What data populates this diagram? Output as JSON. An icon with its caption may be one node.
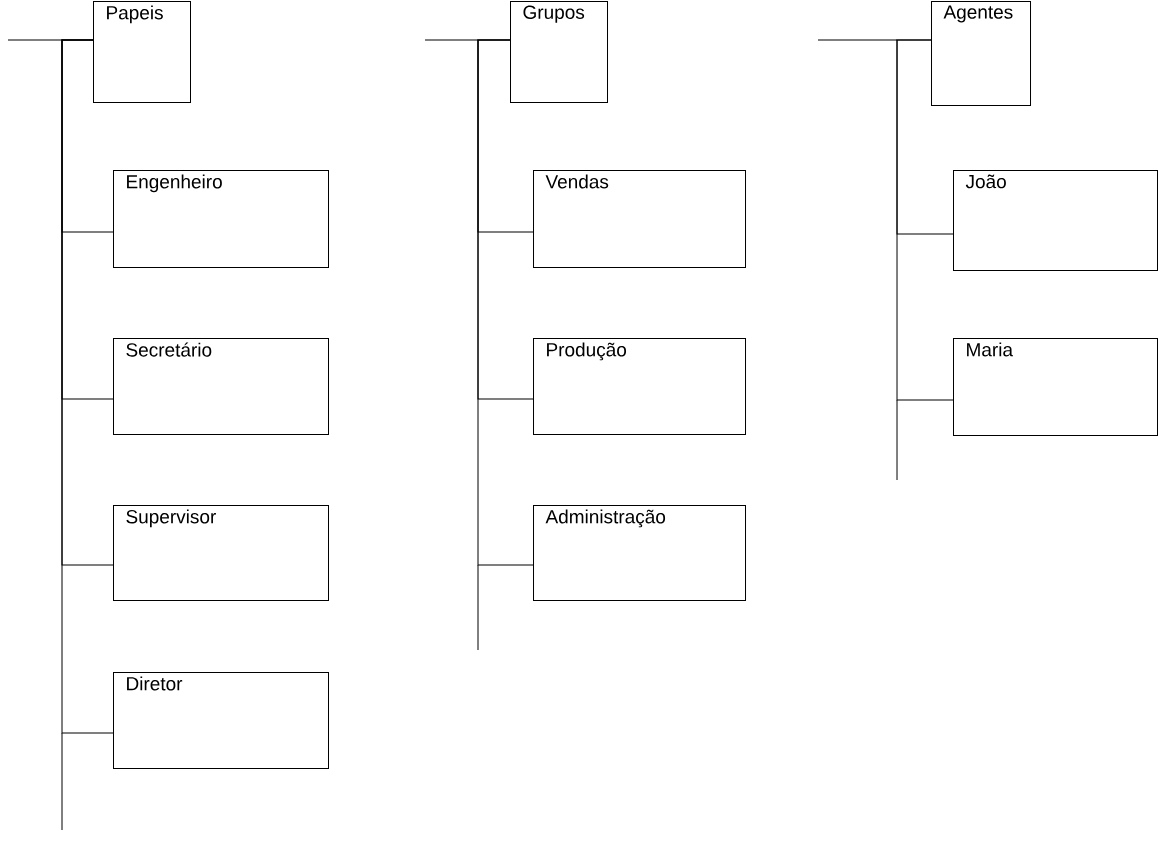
{
  "diagram": {
    "nodes": [
      {
        "text": [
          "Papeis"
        ]
      },
      {
        "text": [
          "Engenheiro"
        ]
      },
      {
        "text": [
          "Secretário"
        ]
      },
      {
        "text": [
          "Supervisor"
        ]
      },
      {
        "text": [
          "Diretor"
        ]
      },
      {
        "text": [
          "Grupos"
        ]
      },
      {
        "text": [
          "Vendas"
        ]
      },
      {
        "text": [
          "Produção"
        ]
      },
      {
        "text": [
          "Administração"
        ]
      },
      {
        "text": [
          "Agentes"
        ]
      },
      {
        "text": [
          "João"
        ]
      },
      {
        "text": [
          "Maria"
        ]
      }
    ],
    "edges": [
      {
        "from": 0,
        "to": 1,
        "arrow": "none"
      },
      {
        "from": 0,
        "to": 2,
        "arrow": "none"
      },
      {
        "from": 0,
        "to": 3,
        "arrow": "none"
      },
      {
        "from": 0,
        "to": 4,
        "arrow": "none"
      },
      {
        "from": 5,
        "to": 6,
        "arrow": "none"
      },
      {
        "from": 5,
        "to": 7,
        "arrow": "none"
      },
      {
        "from": 5,
        "to": 8,
        "arrow": "none"
      },
      {
        "from": 9,
        "to": 10,
        "arrow": "none"
      },
      {
        "from": 9,
        "to": 11,
        "arrow": "none"
      }
    ]
  }
}
